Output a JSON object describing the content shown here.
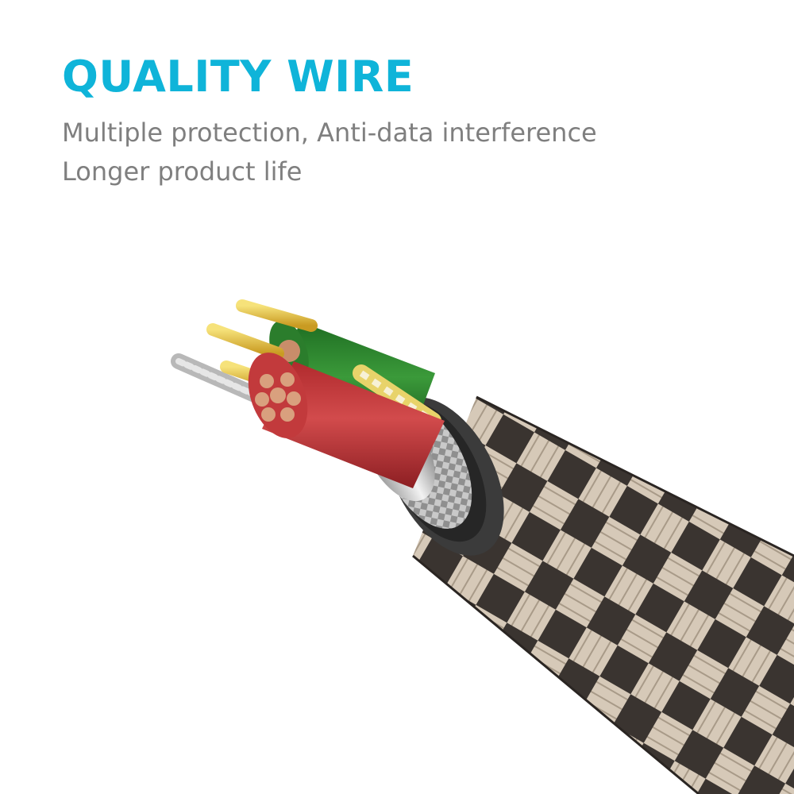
{
  "headline": "QUALITY WIRE",
  "feature_lines": [
    "Multiple protection, Anti-data interference",
    "Longer product life"
  ],
  "colors": {
    "headline": "#0fb4d9",
    "body_text": "#7f7f7f",
    "background": "#ffffff",
    "red_core": "#c8383a",
    "green_core": "#2f8a2f",
    "braid_dark": "#3a3430",
    "braid_light": "#d6c9b8"
  },
  "illustration": {
    "subject": "braided-cable-cross-section",
    "layers": [
      "braided-nylon-jacket",
      "black-pvc-sheath",
      "aluminum-foil-shield",
      "tinned-copper-braid",
      "red-power-core",
      "green-data-core",
      "gold-pins",
      "silver-drain-wire"
    ]
  }
}
